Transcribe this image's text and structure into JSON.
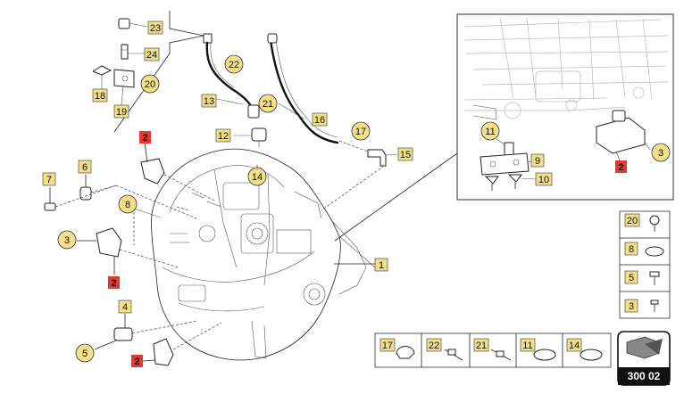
{
  "callouts": {
    "p1": "1",
    "p2a": "2",
    "p2b": "2",
    "p2c": "2",
    "p2d": "2",
    "p3": "3",
    "p4": "4",
    "p5": "5",
    "p6": "6",
    "p7": "7",
    "p8": "8",
    "p12": "12",
    "p13": "13",
    "p14": "14",
    "p15": "15",
    "p16": "16",
    "p17": "17",
    "p18": "18",
    "p19": "19",
    "p20": "20",
    "p21": "21",
    "p22": "22",
    "p23": "23",
    "p24": "24",
    "d3": "3",
    "d9": "9",
    "d10": "10",
    "d11": "11"
  },
  "legend": {
    "side": [
      "20",
      "8",
      "5",
      "3"
    ],
    "bottom": [
      "17",
      "22",
      "21",
      "11",
      "14"
    ]
  },
  "page_code": "300 02",
  "colors": {
    "tag_fill": "#f2df8a",
    "tag_red": "#e8382c",
    "ink": "#111111"
  }
}
